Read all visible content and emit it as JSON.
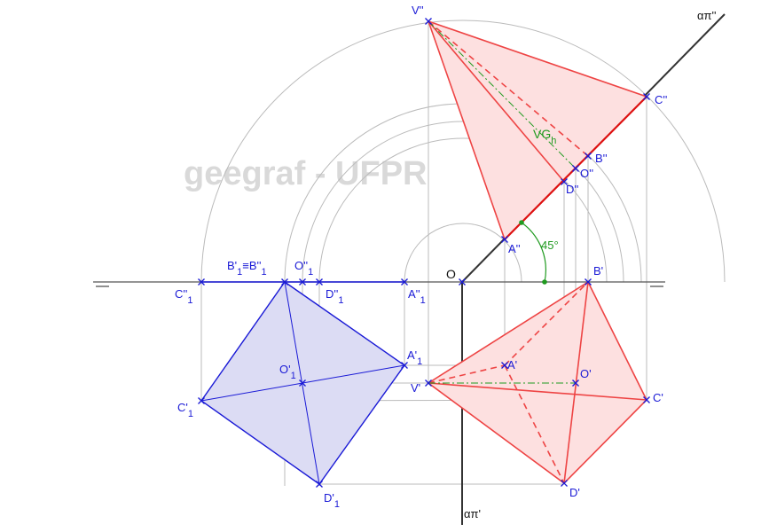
{
  "watermark": "geegraf - UFPR",
  "labels": {
    "alpha_pi_2": "απ''",
    "alpha_pi_1": "απ'",
    "origin": "O",
    "angle": "45°",
    "vg": "VG",
    "vg_sub": "h",
    "V2": "V''",
    "C2": "C''",
    "B2": "B''",
    "O2": "O''",
    "D2": "D''",
    "A2": "A''",
    "B1p": "B'",
    "A1p": "A'",
    "O1p": "O'",
    "V1p": "V'",
    "C1p": "C'",
    "D1p": "D'",
    "B1_main": "B'",
    "B1_sub": "1",
    "equiv": "≡B''",
    "B1_sub2": "1",
    "O2_1_main": "O''",
    "O2_1_sub": "1",
    "C2_1_main": "C''",
    "C2_1_sub": "1",
    "D2_1_main": "D''",
    "D2_1_sub": "1",
    "A2_1_main": "A''",
    "A2_1_sub": "1",
    "A1_1_main": "A'",
    "A1_1_sub": "1",
    "O1_1_main": "O'",
    "O1_1_sub": "1",
    "C1_1_main": "C'",
    "C1_1_sub": "1",
    "D1_1_main": "D'",
    "D1_1_sub": "1"
  },
  "colors": {
    "ground_line": "#555555",
    "construction": "#bbbbbb",
    "blue": "#1a1ad6",
    "blue_fill": "#dcdcf4",
    "red": "#ee4444",
    "red_fill": "#fde0e0",
    "green": "#1f9a1f",
    "dark": "#333333"
  }
}
